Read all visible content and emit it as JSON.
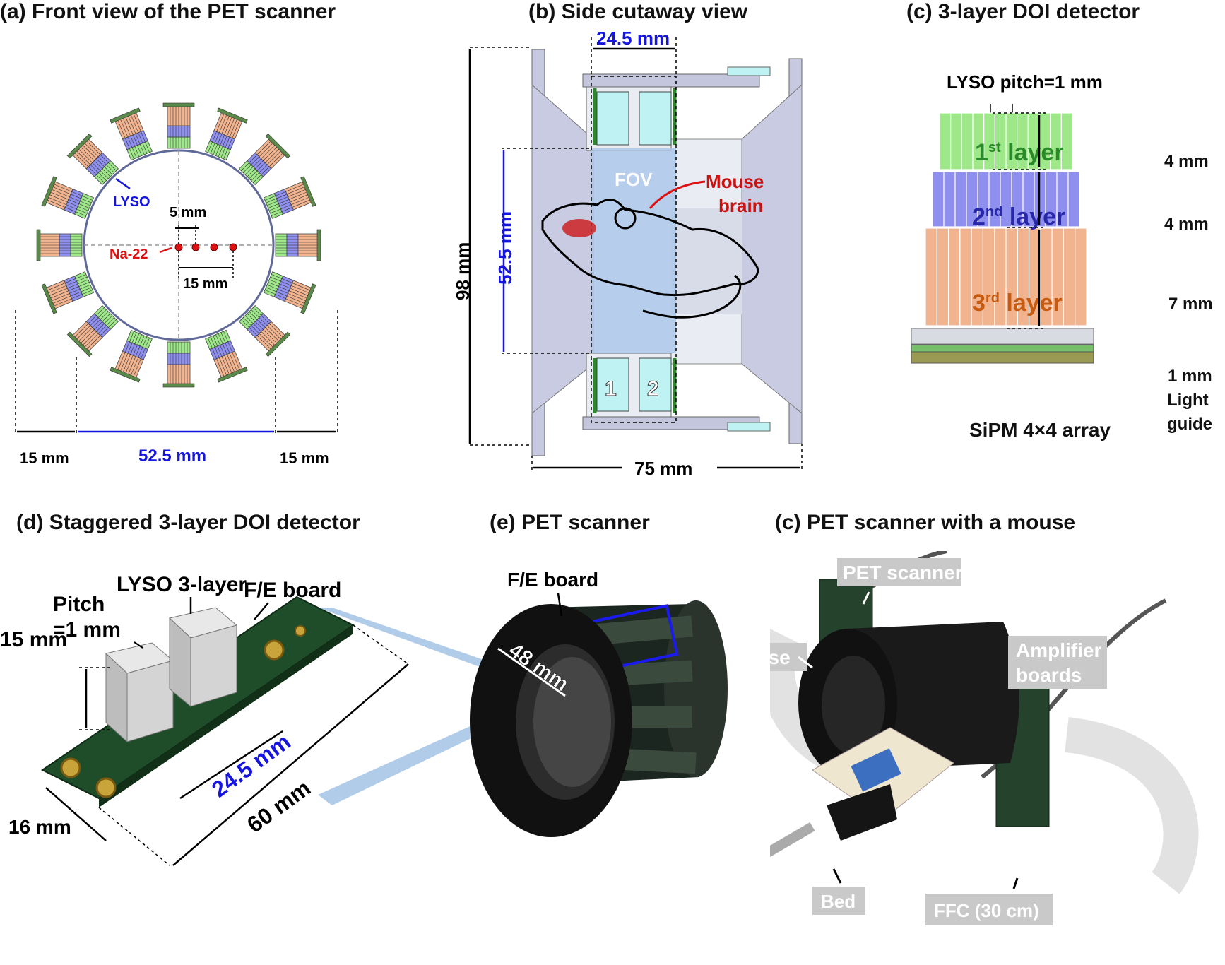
{
  "panels": {
    "a": {
      "title": "(a) Front view of the PET scanner",
      "lyso": "LYSO",
      "na22": "Na-22",
      "step": "5 mm",
      "span": "15 mm",
      "left": "15 mm",
      "bore": "52.5 mm",
      "right": "15 mm"
    },
    "b": {
      "title": "(b) Side cutaway view",
      "width": "24.5 mm",
      "fov": "FOV",
      "mouse1": "Mouse",
      "mouse2": "brain",
      "height": "98 mm",
      "bore": "52.5 mm",
      "length": "75 mm",
      "ring1": "1",
      "ring2": "2"
    },
    "c": {
      "title": "(c) 3-layer DOI detector",
      "pitch": "LYSO pitch=1 mm",
      "layer1_num": "1",
      "layer1_sup": "st",
      "layer1_word": " layer",
      "layer2_num": "2",
      "layer2_sup": "nd",
      "layer2_word": " layer",
      "layer3_num": "3",
      "layer3_sup": "rd",
      "layer3_word": " layer",
      "d1": "4 mm",
      "d2": "4 mm",
      "d3": "7 mm",
      "d4": "1 mm",
      "lg1": "Light",
      "lg2": "guide",
      "sipm": "SiPM 4×4 array"
    },
    "d": {
      "title": "(d) Staggered 3-layer DOI detector",
      "fe": "F/E board",
      "lyso": "LYSO 3-layer",
      "pitch1": "Pitch",
      "pitch2": "=1 mm",
      "h15": "15 mm",
      "w16": "16 mm",
      "l245": "24.5 mm",
      "l60": "60 mm"
    },
    "e": {
      "title": "(e) PET scanner",
      "fe": "F/E board",
      "bore": "48 mm"
    },
    "f": {
      "title": "(c) PET scanner with a mouse",
      "scanner": "PET scanner",
      "mouse": "Mouse",
      "amp1": "Amplifier",
      "amp2": "boards",
      "bed": "Bed",
      "ffc": "FFC (30 cm)"
    }
  },
  "colors": {
    "lyso_layer1": "#9ee88a",
    "lyso_layer2": "#8f8ff0",
    "lyso_layer3": "#f2b38f",
    "dimension_blue": "#1515dd",
    "marker_red": "#dd1111",
    "housing": "#c7c9e0",
    "fov": "#a9c7e8"
  }
}
